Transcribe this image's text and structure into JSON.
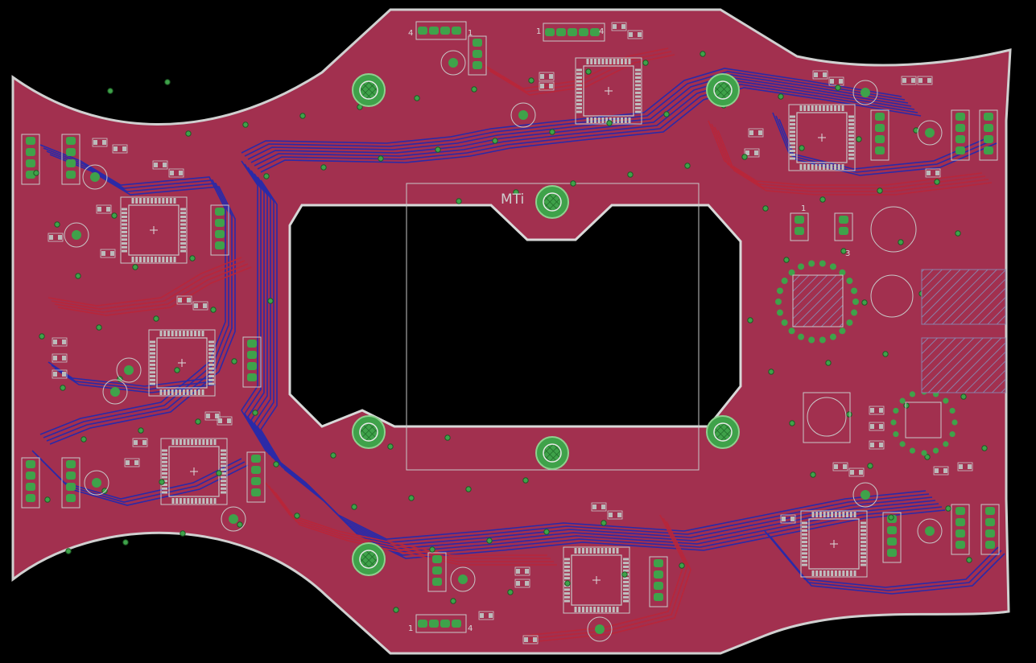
{
  "board": {
    "label_mti": "MTi",
    "colors": {
      "background": "#000000",
      "copper_top": "#a2304f",
      "trace_top": "#b8263a",
      "trace_bottom": "#2a2aa8",
      "pad": "#3fa24a",
      "silkscreen": "#c8c8c8",
      "outline": "#c8c8c8"
    }
  },
  "connector_pin_labels": {
    "top_left": [
      "4",
      "1"
    ],
    "top_center": [
      "1",
      "4"
    ],
    "bottom_left": [
      "1",
      "4"
    ],
    "right_side": [
      "1",
      "3"
    ]
  }
}
